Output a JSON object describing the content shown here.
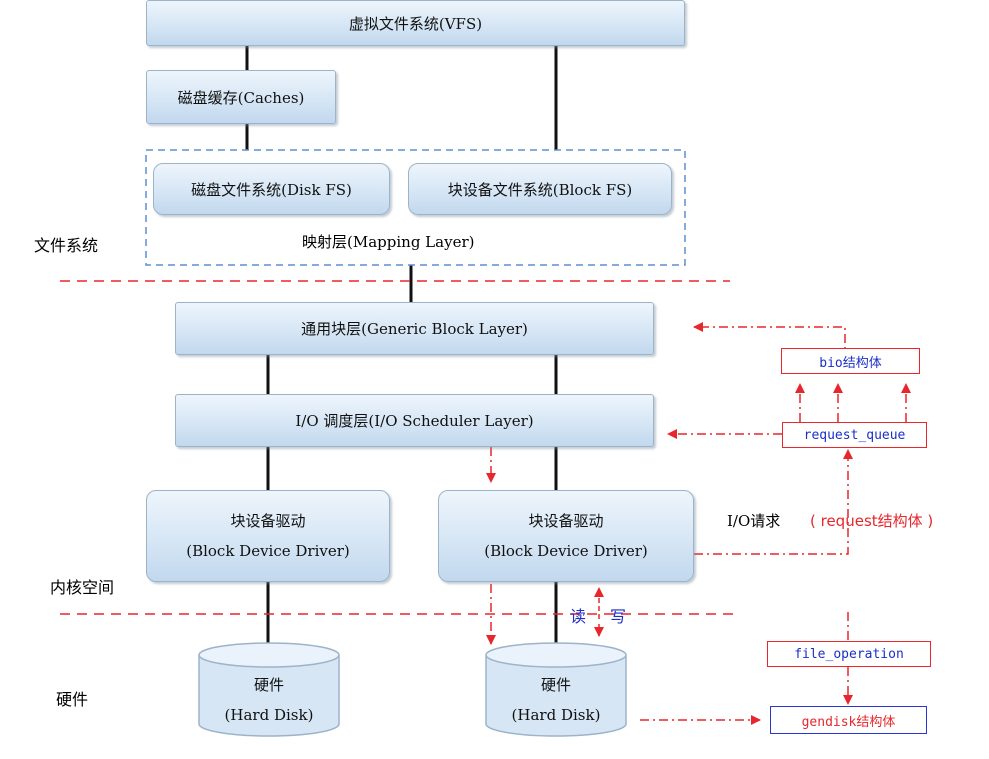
{
  "nodes": {
    "vfs": "虚拟文件系统(VFS)",
    "caches": "磁盘缓存(Caches)",
    "disk_fs": "磁盘文件系统(Disk FS)",
    "block_fs": "块设备文件系统(Block FS)",
    "mapping_layer": "映射层(Mapping Layer)",
    "generic_block": "通用块层(Generic Block Layer)",
    "io_scheduler": "I/O 调度层(I/O Scheduler Layer)",
    "driver_left": {
      "line1": "块设备驱动",
      "line2": "(Block Device Driver)"
    },
    "driver_right": {
      "line1": "块设备驱动",
      "line2": "(Block Device Driver)"
    },
    "disk_left": {
      "line1": "硬件",
      "line2": "(Hard Disk)"
    },
    "disk_right": {
      "line1": "硬件",
      "line2": "(Hard Disk)"
    }
  },
  "layer_labels": {
    "filesystem": "文件系统",
    "kernel_space": "内核空间",
    "hardware": "硬件"
  },
  "tags": {
    "bio": "bio结构体",
    "request_queue": "request_queue",
    "file_operation": "file_operation",
    "gendisk": "gendisk结构体"
  },
  "annotations": {
    "io_request": "I/O请求",
    "request_struct": "( request结构体 )",
    "read": "读",
    "write": "写"
  },
  "colors": {
    "box_border": "#9db3c8",
    "box_fill": "#d6e6f5",
    "mapping_dash": "#5b8fd0",
    "separator": "#e8262b",
    "arrow": "#e8262b",
    "tag_text": "#1b2fc9",
    "gendisk_border": "#2a35d8"
  }
}
